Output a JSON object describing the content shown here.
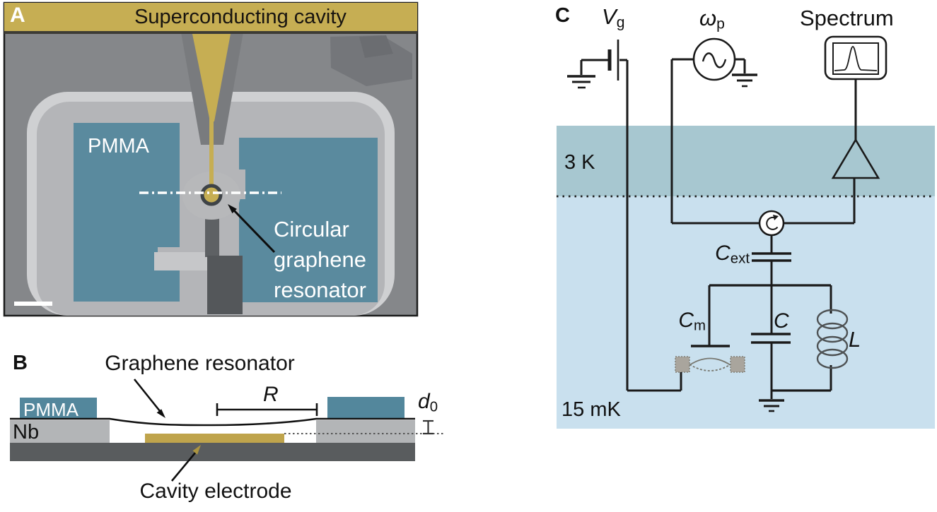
{
  "colors": {
    "gold": "#c6ae53",
    "teal": "#53879c",
    "electrode": "#bfa44c",
    "band3k": "#a7c7d0",
    "band15mk": "#c9e0ee",
    "sem-bg": "#85878a",
    "sem-rim": "#cfd0d2",
    "sem-light": "#b4b5b8",
    "nb-gray": "#b3b5b7",
    "substrate": "#595c5e",
    "wire": "#1a1a1a"
  },
  "panelA": {
    "label": "A",
    "top_label": "Superconducting cavity",
    "pmma_label": "PMMA",
    "annotation": [
      "Circular",
      "graphene",
      "resonator"
    ]
  },
  "panelB": {
    "label": "B",
    "title": "Graphene resonator",
    "pmma_label": "PMMA",
    "nb_label": "Nb",
    "radius_label": "R",
    "gap_label": {
      "main": "d",
      "sub": "0"
    },
    "electrode_label": "Cavity electrode"
  },
  "panelC": {
    "label": "C",
    "gate_voltage": {
      "main": "V",
      "sub": "g"
    },
    "pump_frequency": {
      "main": "ω",
      "sub": "p"
    },
    "spectrum_label": "Spectrum",
    "stage_temp_upper": "3 K",
    "stage_temp_lower": "15 mK",
    "cap_ext": {
      "main": "C",
      "sub": "ext"
    },
    "cap_mech": {
      "main": "C",
      "sub": "m"
    },
    "cap_label": "C",
    "inductor_label": "L"
  }
}
